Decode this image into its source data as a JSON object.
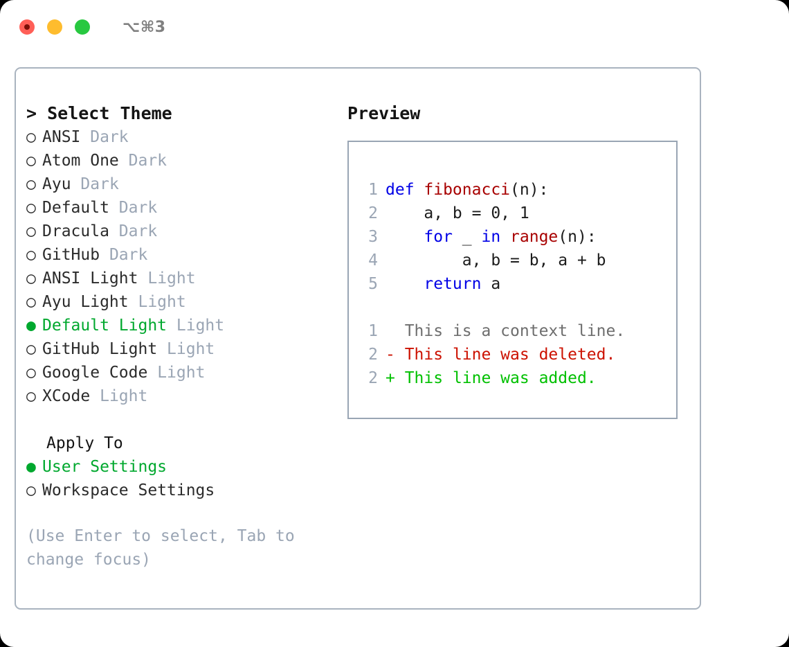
{
  "titlebar": {
    "traffic_lights": [
      "close-red",
      "minimize-yellow",
      "maximize-green"
    ],
    "shortcut": "⌥⌘3"
  },
  "left": {
    "list_title": "> Select Theme",
    "themes": [
      {
        "bullet": "○",
        "name": "ANSI",
        "tag": "Dark",
        "selected": false
      },
      {
        "bullet": "○",
        "name": "Atom One",
        "tag": "Dark",
        "selected": false
      },
      {
        "bullet": "○",
        "name": "Ayu",
        "tag": "Dark",
        "selected": false
      },
      {
        "bullet": "○",
        "name": "Default",
        "tag": "Dark",
        "selected": false
      },
      {
        "bullet": "○",
        "name": "Dracula",
        "tag": "Dark",
        "selected": false
      },
      {
        "bullet": "○",
        "name": "GitHub",
        "tag": "Dark",
        "selected": false
      },
      {
        "bullet": "○",
        "name": "ANSI Light",
        "tag": "Light",
        "selected": false
      },
      {
        "bullet": "○",
        "name": "Ayu Light",
        "tag": "Light",
        "selected": false
      },
      {
        "bullet": "●",
        "name": "Default Light",
        "tag": "Light",
        "selected": true
      },
      {
        "bullet": "○",
        "name": "GitHub Light",
        "tag": "Light",
        "selected": false
      },
      {
        "bullet": "○",
        "name": "Google Code",
        "tag": "Light",
        "selected": false
      },
      {
        "bullet": "○",
        "name": "XCode",
        "tag": "Light",
        "selected": false
      }
    ],
    "apply_to_title": "Apply To",
    "apply_to": [
      {
        "bullet": "●",
        "name": "User Settings",
        "selected": true
      },
      {
        "bullet": "○",
        "name": "Workspace Settings",
        "selected": false
      }
    ],
    "hint": "(Use Enter to select, Tab to change focus)"
  },
  "right": {
    "preview_title": "Preview",
    "code": [
      {
        "n": "1",
        "parts": [
          {
            "t": "def ",
            "c": "kw"
          },
          {
            "t": "fibonacci",
            "c": "fn"
          },
          {
            "t": "(n):",
            "c": "code-text"
          }
        ]
      },
      {
        "n": "2",
        "parts": [
          {
            "t": "    a, b = 0, 1",
            "c": "code-text"
          }
        ]
      },
      {
        "n": "3",
        "parts": [
          {
            "t": "    ",
            "c": "code-text"
          },
          {
            "t": "for",
            "c": "kw"
          },
          {
            "t": " _ ",
            "c": "code-text"
          },
          {
            "t": "in ",
            "c": "kw"
          },
          {
            "t": "range",
            "c": "fn"
          },
          {
            "t": "(n):",
            "c": "code-text"
          }
        ]
      },
      {
        "n": "4",
        "parts": [
          {
            "t": "        a, b = b, a + b",
            "c": "code-text"
          }
        ]
      },
      {
        "n": "5",
        "parts": [
          {
            "t": "    ",
            "c": "code-text"
          },
          {
            "t": "return",
            "c": "kw"
          },
          {
            "t": " a",
            "c": "code-text"
          }
        ]
      }
    ],
    "diff": [
      {
        "n": "1",
        "marker": "  ",
        "text": "This is a context line.",
        "kind": "ctx"
      },
      {
        "n": "2",
        "marker": "- ",
        "text": "This line was deleted.",
        "kind": "del"
      },
      {
        "n": "2",
        "marker": "+ ",
        "text": "This line was added.",
        "kind": "add"
      }
    ]
  },
  "colors": {
    "accent_green": "#00a82e",
    "keyword_blue": "#0000e6",
    "function_red": "#a80000",
    "diff_deleted": "#cc1100",
    "diff_added": "#00c000",
    "muted": "#9aa5b4",
    "border": "#a9b3bf"
  }
}
